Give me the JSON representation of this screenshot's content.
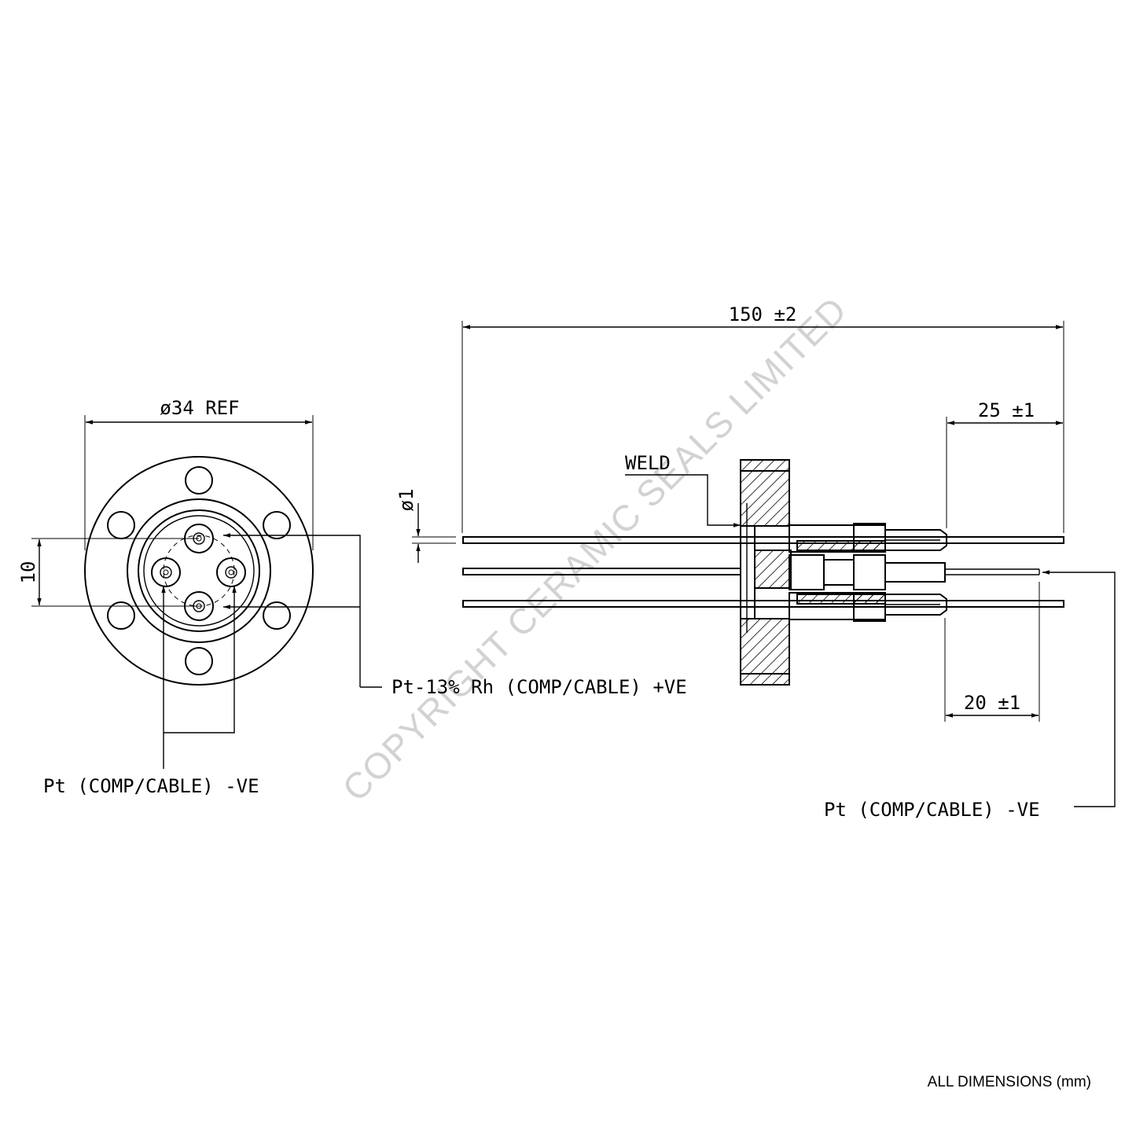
{
  "dimensions": {
    "overall_length": "150 ±2",
    "flange_dia": "ø34 REF",
    "pin_spacing": "10",
    "wire_dia": "ø1",
    "right_end_upper": "25 ±1",
    "right_end_lower": "20 ±1"
  },
  "labels": {
    "weld": "WELD",
    "pt_rh_positive": "Pt-13% Rh (COMP/CABLE) +VE",
    "pt_negative_left": "Pt (COMP/CABLE) -VE",
    "pt_negative_right": "Pt (COMP/CABLE) -VE"
  },
  "watermark": "COPYRIGHT CERAMIC SEALS LIMITED",
  "footer_note": "ALL DIMENSIONS (mm)"
}
